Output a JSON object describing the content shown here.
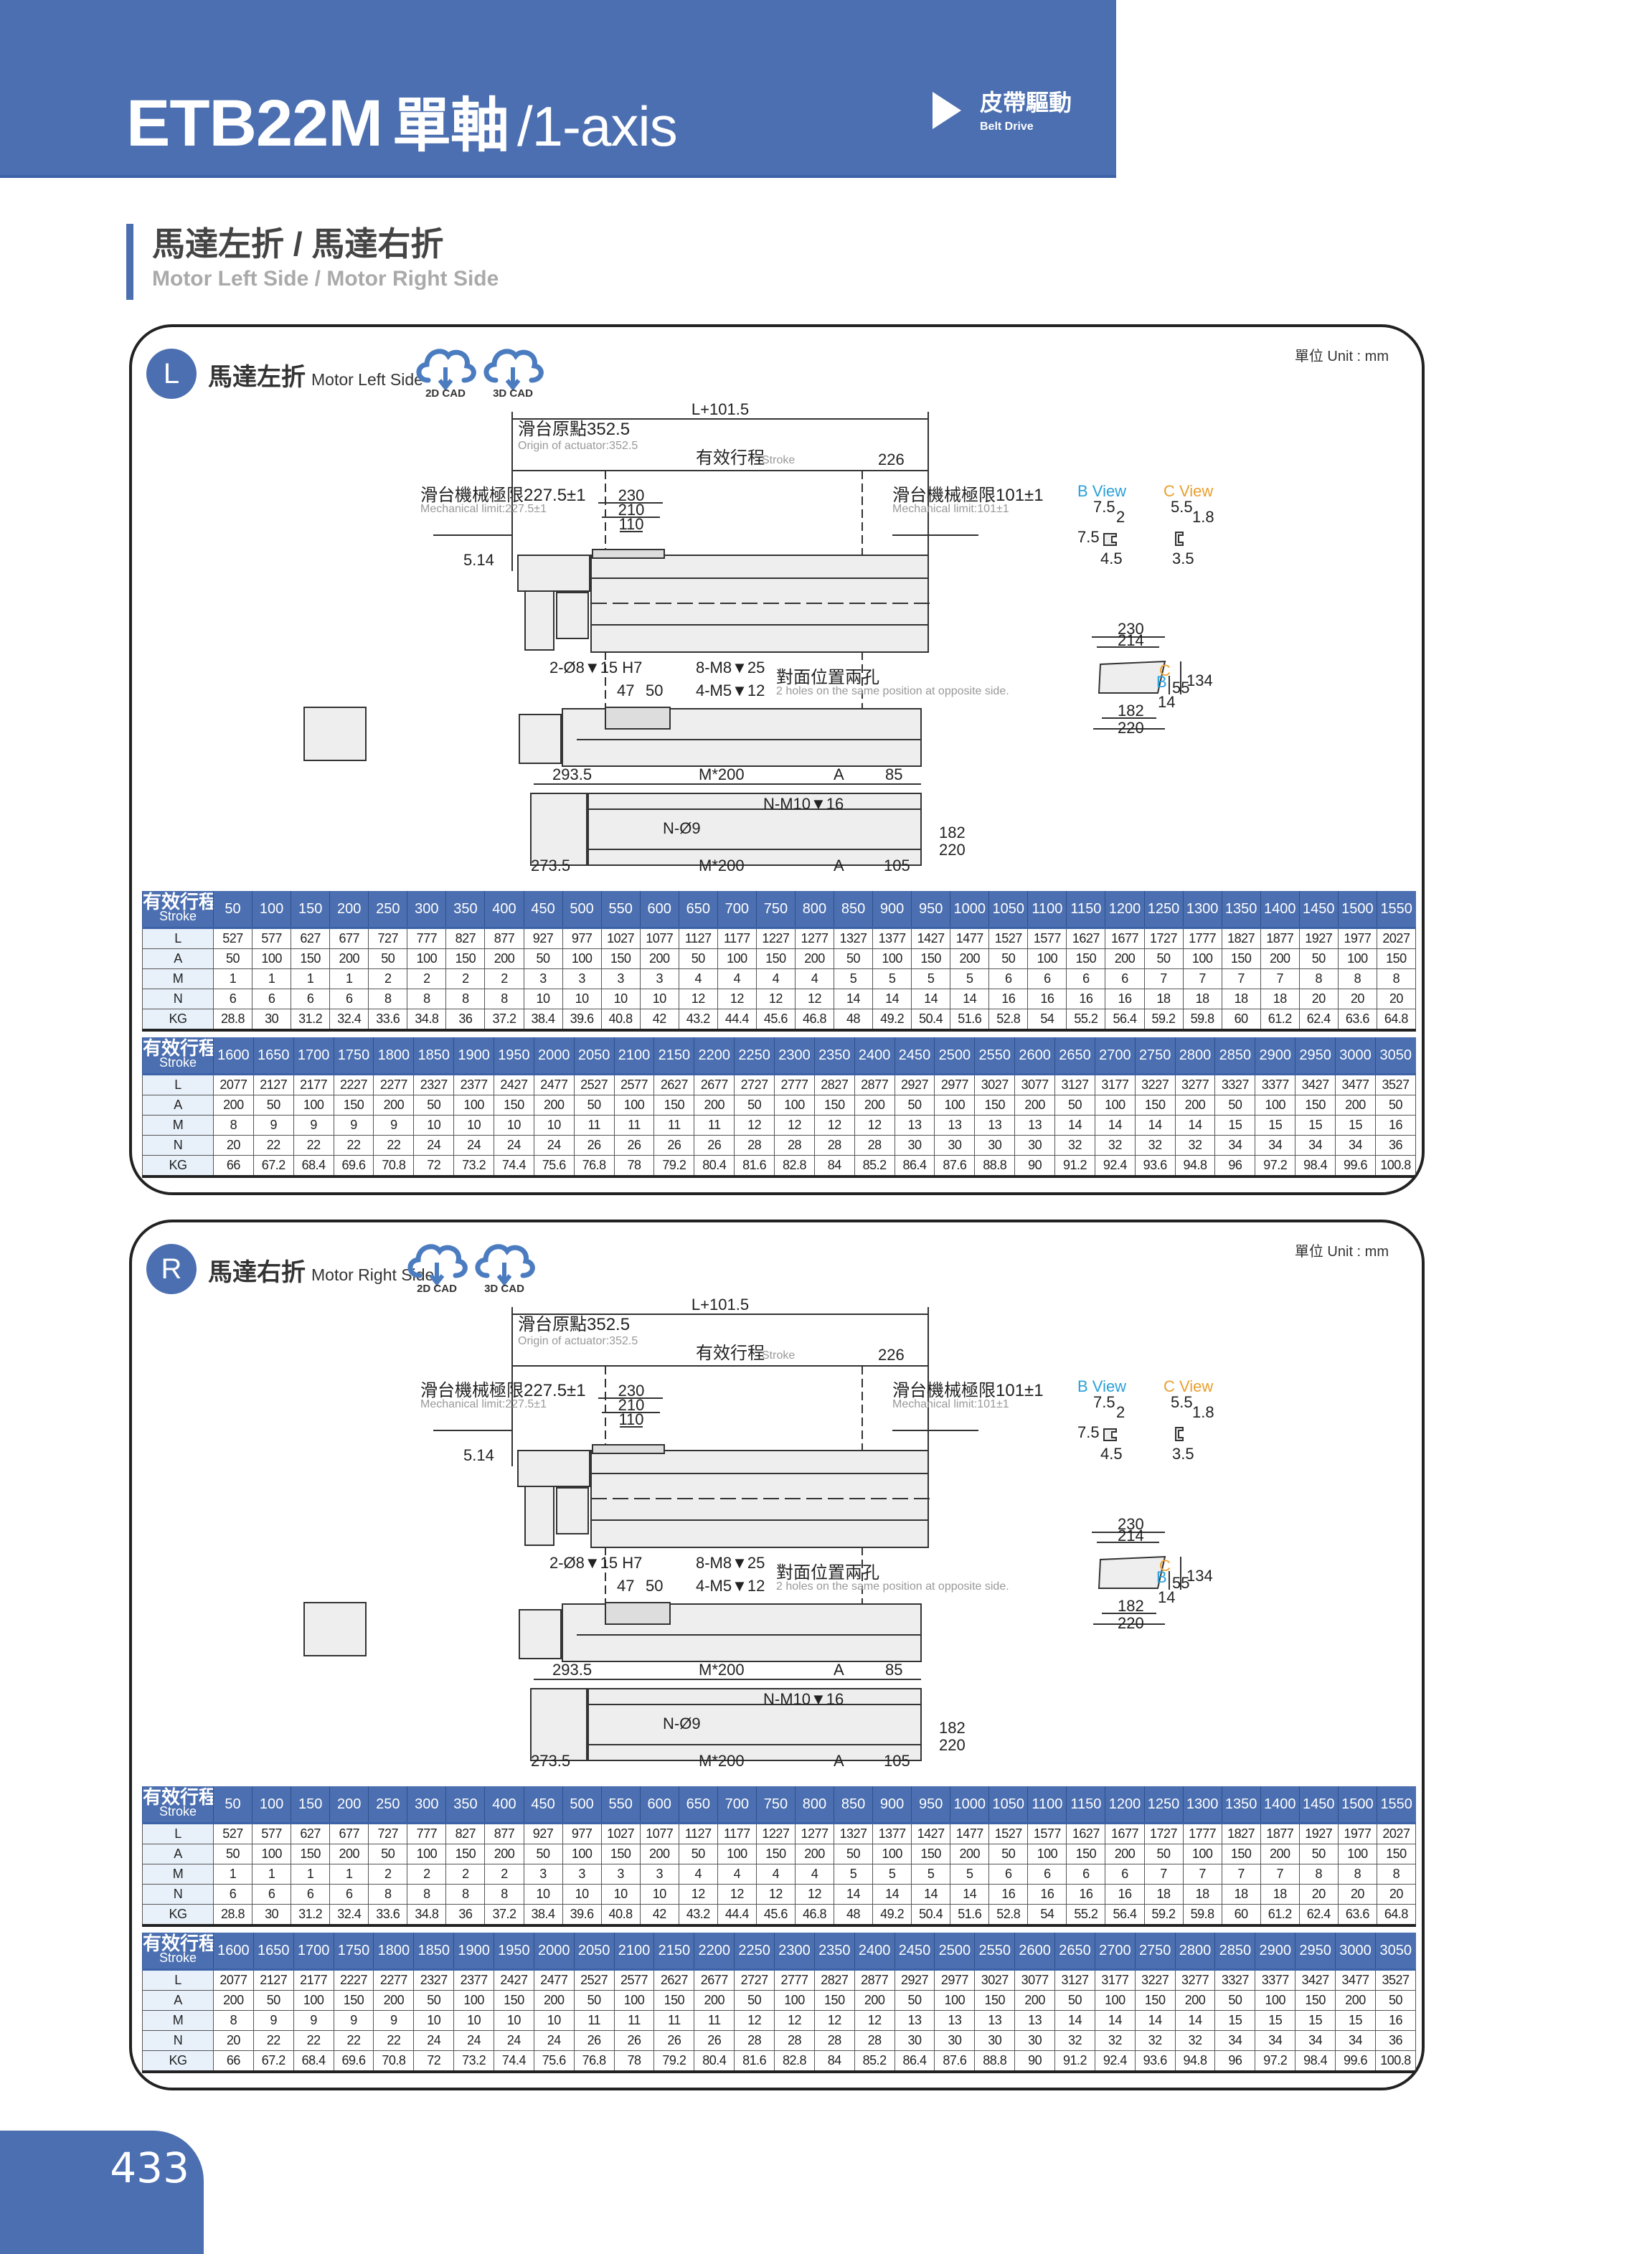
{
  "header": {
    "model": "ETB22M",
    "axis_cn": "單軸",
    "axis_en": "/1-axis",
    "drive_cn": "皮帶驅動",
    "drive_en": "Belt Drive",
    "brand_color": "#4b6fb0"
  },
  "section": {
    "title_cn": "馬達左折 / 馬達右折",
    "title_en": "Motor Left Side / Motor Right Side"
  },
  "panels": [
    {
      "badge": "L",
      "title_cn": "馬達左折",
      "title_en": "Motor Left Side",
      "unit": "單位 Unit : mm",
      "cad_buttons": [
        "2D CAD",
        "3D CAD"
      ]
    },
    {
      "badge": "R",
      "title_cn": "馬達右折",
      "title_en": "Motor Right Side",
      "unit": "單位 Unit : mm",
      "cad_buttons": [
        "2D CAD",
        "3D CAD"
      ]
    }
  ],
  "drawing_labels": {
    "overall": "L+101.5",
    "origin_cn": "滑台原點352.5",
    "origin_en": "Origin of actuator:352.5",
    "stroke_cn": "有效行程",
    "stroke_en": "Stroke",
    "end_226": "226",
    "mech_left_cn": "滑台機械極限227.5±1",
    "mech_left_en": "Mechanical limit:227.5±1",
    "mech_right_cn": "滑台機械極限101±1",
    "mech_right_en": "Mechanical limit:101±1",
    "d230": "230",
    "d210": "210",
    "d110": "110",
    "d514": "5.14",
    "pin": "2-Ø8▼15 H7",
    "tap_m8": "8-M8▼25",
    "opposite_cn": "對面位置兩孔",
    "opposite_en": "2 holes on the same position at opposite side.",
    "d47": "47",
    "d50": "50",
    "tap_m5": "4-M5▼12",
    "d2935": "293.5",
    "m200": "M*200",
    "a": "A",
    "d85": "85",
    "d2735": "273.5",
    "d105": "105",
    "tap_m10": "N-M10▼16",
    "hole_9": "N-Ø9",
    "d182": "182",
    "d220": "220",
    "b_view": "B View",
    "c_view": "C View",
    "b_75w": "7.5",
    "b_2": "2",
    "b_75h": "7.5",
    "b_45": "4.5",
    "c_55": "5.5",
    "c_18": "1.8",
    "c_35": "3.5",
    "e230": "230",
    "e214": "214",
    "e134": "134",
    "e55": "55",
    "e14": "14",
    "e182": "182",
    "e220": "220",
    "mark_b": "B",
    "mark_c": "C",
    "b_color": "#2aa0d8",
    "c_color": "#f0a030"
  },
  "table": {
    "header_cn": "有效行程",
    "header_en": "Stroke",
    "row_labels": [
      "L",
      "A",
      "M",
      "N",
      "KG"
    ],
    "blocks": [
      {
        "stroke": [
          "50",
          "100",
          "150",
          "200",
          "250",
          "300",
          "350",
          "400",
          "450",
          "500",
          "550",
          "600",
          "650",
          "700",
          "750",
          "800",
          "850",
          "900",
          "950",
          "1000",
          "1050",
          "1100",
          "1150",
          "1200",
          "1250",
          "1300",
          "1350",
          "1400",
          "1450",
          "1500",
          "1550"
        ],
        "L": [
          "527",
          "577",
          "627",
          "677",
          "727",
          "777",
          "827",
          "877",
          "927",
          "977",
          "1027",
          "1077",
          "1127",
          "1177",
          "1227",
          "1277",
          "1327",
          "1377",
          "1427",
          "1477",
          "1527",
          "1577",
          "1627",
          "1677",
          "1727",
          "1777",
          "1827",
          "1877",
          "1927",
          "1977",
          "2027"
        ],
        "A": [
          "50",
          "100",
          "150",
          "200",
          "50",
          "100",
          "150",
          "200",
          "50",
          "100",
          "150",
          "200",
          "50",
          "100",
          "150",
          "200",
          "50",
          "100",
          "150",
          "200",
          "50",
          "100",
          "150",
          "200",
          "50",
          "100",
          "150",
          "200",
          "50",
          "100",
          "150"
        ],
        "M": [
          "1",
          "1",
          "1",
          "1",
          "2",
          "2",
          "2",
          "2",
          "3",
          "3",
          "3",
          "3",
          "4",
          "4",
          "4",
          "4",
          "5",
          "5",
          "5",
          "5",
          "6",
          "6",
          "6",
          "6",
          "7",
          "7",
          "7",
          "7",
          "8",
          "8",
          "8"
        ],
        "N": [
          "6",
          "6",
          "6",
          "6",
          "8",
          "8",
          "8",
          "8",
          "10",
          "10",
          "10",
          "10",
          "12",
          "12",
          "12",
          "12",
          "14",
          "14",
          "14",
          "14",
          "16",
          "16",
          "16",
          "16",
          "18",
          "18",
          "18",
          "18",
          "20",
          "20",
          "20"
        ],
        "KG": [
          "28.8",
          "30",
          "31.2",
          "32.4",
          "33.6",
          "34.8",
          "36",
          "37.2",
          "38.4",
          "39.6",
          "40.8",
          "42",
          "43.2",
          "44.4",
          "45.6",
          "46.8",
          "48",
          "49.2",
          "50.4",
          "51.6",
          "52.8",
          "54",
          "55.2",
          "56.4",
          "59.2",
          "59.8",
          "60",
          "61.2",
          "62.4",
          "63.6",
          "64.8"
        ]
      },
      {
        "stroke": [
          "1600",
          "1650",
          "1700",
          "1750",
          "1800",
          "1850",
          "1900",
          "1950",
          "2000",
          "2050",
          "2100",
          "2150",
          "2200",
          "2250",
          "2300",
          "2350",
          "2400",
          "2450",
          "2500",
          "2550",
          "2600",
          "2650",
          "2700",
          "2750",
          "2800",
          "2850",
          "2900",
          "2950",
          "3000",
          "3050"
        ],
        "L": [
          "2077",
          "2127",
          "2177",
          "2227",
          "2277",
          "2327",
          "2377",
          "2427",
          "2477",
          "2527",
          "2577",
          "2627",
          "2677",
          "2727",
          "2777",
          "2827",
          "2877",
          "2927",
          "2977",
          "3027",
          "3077",
          "3127",
          "3177",
          "3227",
          "3277",
          "3327",
          "3377",
          "3427",
          "3477",
          "3527"
        ],
        "A": [
          "200",
          "50",
          "100",
          "150",
          "200",
          "50",
          "100",
          "150",
          "200",
          "50",
          "100",
          "150",
          "200",
          "50",
          "100",
          "150",
          "200",
          "50",
          "100",
          "150",
          "200",
          "50",
          "100",
          "150",
          "200",
          "50",
          "100",
          "150",
          "200",
          "50"
        ],
        "M": [
          "8",
          "9",
          "9",
          "9",
          "9",
          "10",
          "10",
          "10",
          "10",
          "11",
          "11",
          "11",
          "11",
          "12",
          "12",
          "12",
          "12",
          "13",
          "13",
          "13",
          "13",
          "14",
          "14",
          "14",
          "14",
          "15",
          "15",
          "15",
          "15",
          "16"
        ],
        "N": [
          "20",
          "22",
          "22",
          "22",
          "22",
          "24",
          "24",
          "24",
          "24",
          "26",
          "26",
          "26",
          "26",
          "28",
          "28",
          "28",
          "28",
          "30",
          "30",
          "30",
          "30",
          "32",
          "32",
          "32",
          "32",
          "34",
          "34",
          "34",
          "34",
          "36"
        ],
        "KG": [
          "66",
          "67.2",
          "68.4",
          "69.6",
          "70.8",
          "72",
          "73.2",
          "74.4",
          "75.6",
          "76.8",
          "78",
          "79.2",
          "80.4",
          "81.6",
          "82.8",
          "84",
          "85.2",
          "86.4",
          "87.6",
          "88.8",
          "90",
          "91.2",
          "92.4",
          "93.6",
          "94.8",
          "96",
          "97.2",
          "98.4",
          "99.6",
          "100.8"
        ]
      }
    ]
  },
  "page_number": "433"
}
